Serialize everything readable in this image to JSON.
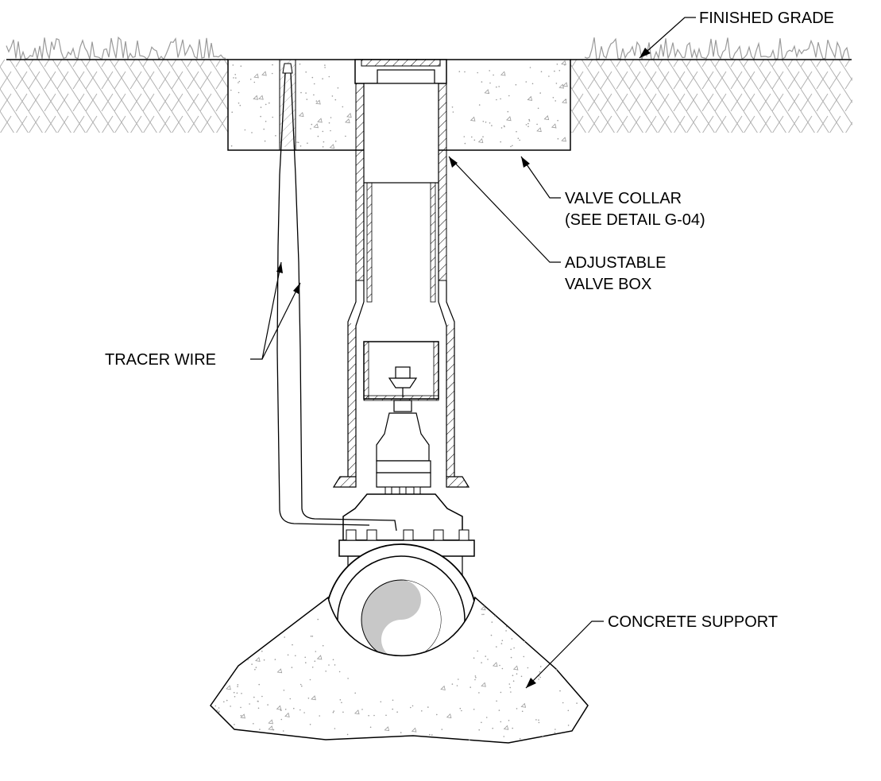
{
  "diagram": {
    "labels": {
      "finished_grade": "FINISHED GRADE",
      "valve_collar_line1": "VALVE COLLAR",
      "valve_collar_line2": "(SEE DETAIL G-04)",
      "valve_box_line1": "ADJUSTABLE",
      "valve_box_line2": "VALVE BOX",
      "tracer_wire": "TRACER WIRE",
      "concrete_support": "CONCRETE SUPPORT"
    },
    "colors": {
      "line": "#000000",
      "pipe_fill": "#c8c8c8",
      "stipple": "#9a9a9a",
      "hatch": "#b0b0b0"
    }
  }
}
